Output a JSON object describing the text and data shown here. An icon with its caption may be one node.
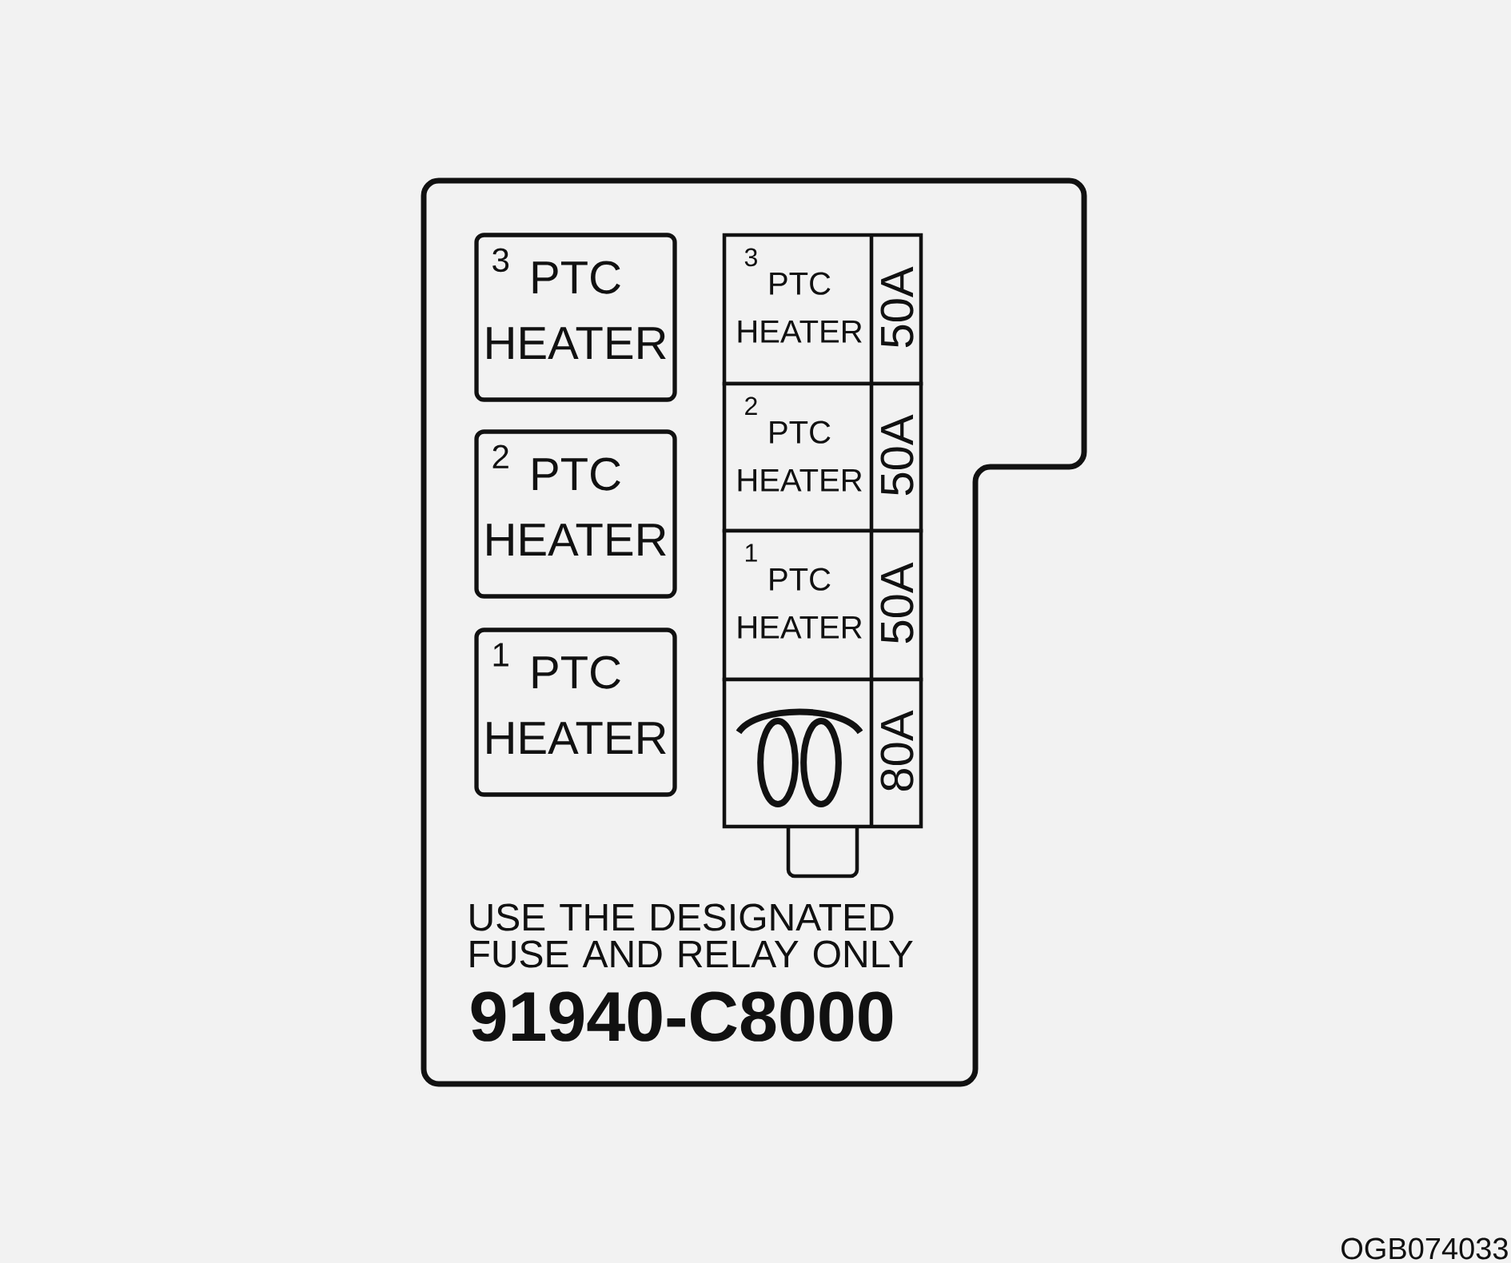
{
  "diagram": {
    "nodes": [
      {
        "text": [
          "USE THE DESIGNATED FUSE AND RELAY ONLY",
          "91940-C8000"
        ]
      },
      {
        "text": [
          "3",
          "PTC HEATER"
        ],
        "in": 0
      },
      {
        "text": [
          "2",
          "PTC HEATER"
        ],
        "in": 0
      },
      {
        "text": [
          "1",
          "PTC HEATER"
        ],
        "in": 0
      },
      {
        "text": [
          "3",
          "PTC HEATER",
          "50A"
        ],
        "in": 0
      },
      {
        "text": [
          "2",
          "PTC HEATER",
          "50A"
        ],
        "in": 0
      },
      {
        "text": [
          "1",
          "PTC HEATER",
          "50A"
        ],
        "in": 0
      },
      {
        "text": [
          "80A"
        ],
        "in": 0
      }
    ],
    "labels": [
      "OGB074033"
    ]
  }
}
